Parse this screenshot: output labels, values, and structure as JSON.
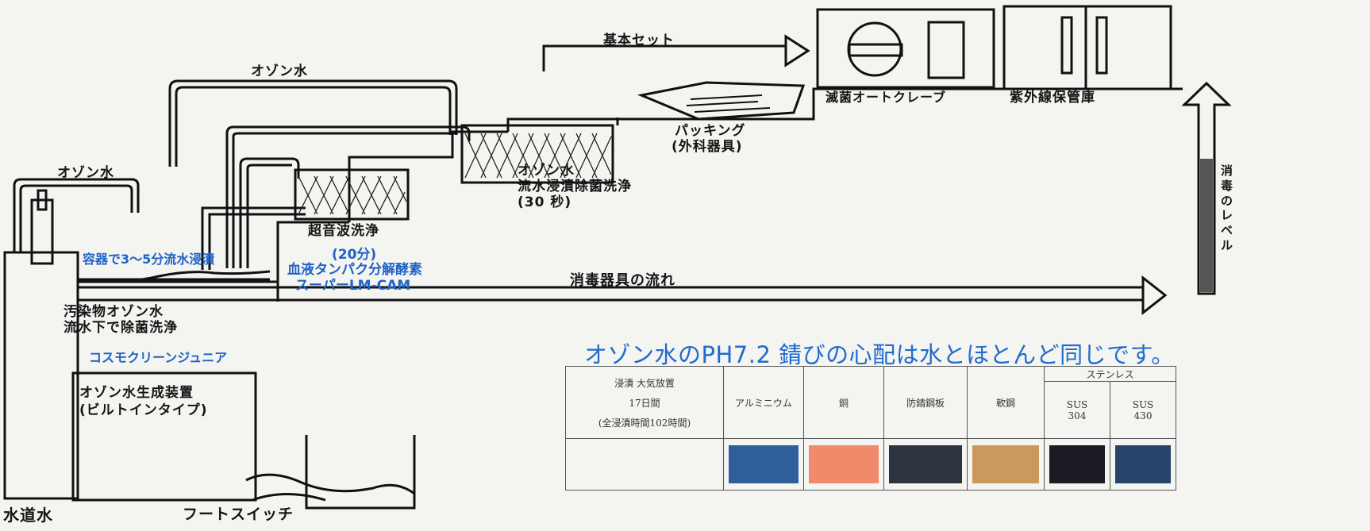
{
  "labels": {
    "basic_set": "基本セット",
    "ozone_water_top": "オゾン水",
    "ozone_water_left": "オゾン水",
    "autoclave": "滅菌オートクレーブ",
    "uv_cabinet": "紫外線保管庫",
    "packing_1": "パッキング",
    "packing_2": "(外科器具)",
    "ozone_soak_1": "オゾン水",
    "ozone_soak_2": "流水浸漬除菌洗浄",
    "ozone_soak_3": "(30 秒)",
    "ultrasonic": "超音波洗浄",
    "minutes_20": "(20分)",
    "enzyme": "血液タンパク分解酵素",
    "super_lm": "スーパーLM-CAM",
    "container_soak": "容器で3～5分流水浸漬",
    "flow": "消毒器具の流れ",
    "contaminant_1": "汚染物オゾン水",
    "contaminant_2": "流水下で除菌洗浄",
    "cosmo": "コスモクリーンジュニア",
    "generator_1": "オゾン水生成装置",
    "generator_2": "(ビルトインタイプ)",
    "tap_water": "水道水",
    "foot_switch": "フートスイッチ",
    "level_chars": [
      "消",
      "毒",
      "の",
      "レ",
      "ベ",
      "ル"
    ]
  },
  "corrosion": {
    "title": "オゾン水のPH7.2  錆びの心配は水とほとんど同じです。",
    "condition_1": "浸漬 大気放置",
    "condition_2": "17日間",
    "condition_3": "(全浸漬時間102時間)",
    "stainless": "ステンレス",
    "materials": [
      "アルミニウム",
      "銅",
      "防錆鋼板",
      "軟鋼"
    ],
    "sus": [
      {
        "a": "SUS",
        "b": "304"
      },
      {
        "a": "SUS",
        "b": "430"
      }
    ],
    "swatch_colors": [
      "#2f5f9a",
      "#f08a6a",
      "#2d3440",
      "#c99a5c",
      "#1b1b24",
      "#26456a"
    ]
  }
}
